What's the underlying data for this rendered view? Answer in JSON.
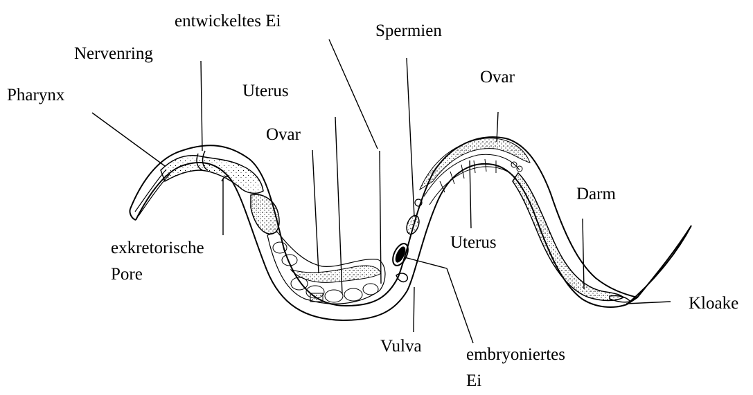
{
  "diagram": {
    "labels": {
      "entwickeltes_ei": "entwickeltes Ei",
      "spermien": "Spermien",
      "nervenring": "Nervenring",
      "ovar_right": "Ovar",
      "uterus_top": "Uterus",
      "pharynx": "Pharynx",
      "ovar_left": "Ovar",
      "darm": "Darm",
      "uterus_right": "Uterus",
      "exkretorische_line1": "exkretorische",
      "exkretorische_line2": "Pore",
      "kloake": "Kloake",
      "vulva": "Vulva",
      "embryoniertes_line1": "embryoniertes",
      "embryoniertes_line2": "Ei"
    },
    "colors": {
      "ink": "#000000",
      "background": "#ffffff"
    }
  }
}
